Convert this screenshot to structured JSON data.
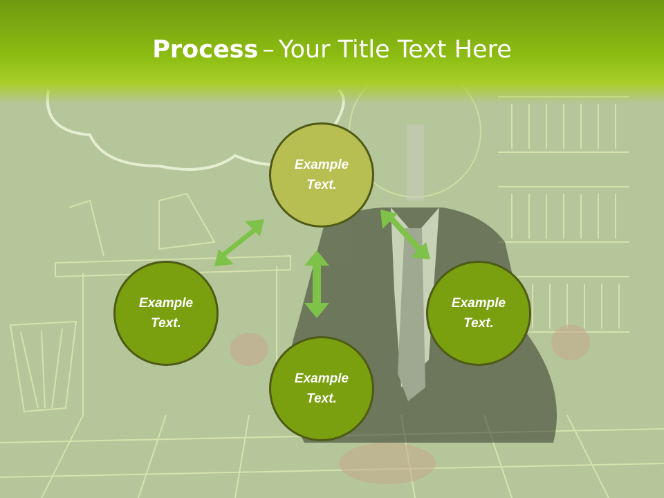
{
  "title": {
    "bold": "Process",
    "separator": "–",
    "rest": "Your Title Text Here"
  },
  "circles": [
    {
      "line1": "Example",
      "line2": "Text."
    },
    {
      "line1": "Example",
      "line2": "Text."
    },
    {
      "line1": "Example",
      "line2": "Text."
    },
    {
      "line1": "Example",
      "line2": "Text."
    }
  ],
  "colors": {
    "header": "#8dbd12",
    "circle_fill": "#7aa00f",
    "circle_top_fill": "#b8bf52",
    "circle_border": "#4e5a16",
    "arrow": "#7fc24a"
  }
}
